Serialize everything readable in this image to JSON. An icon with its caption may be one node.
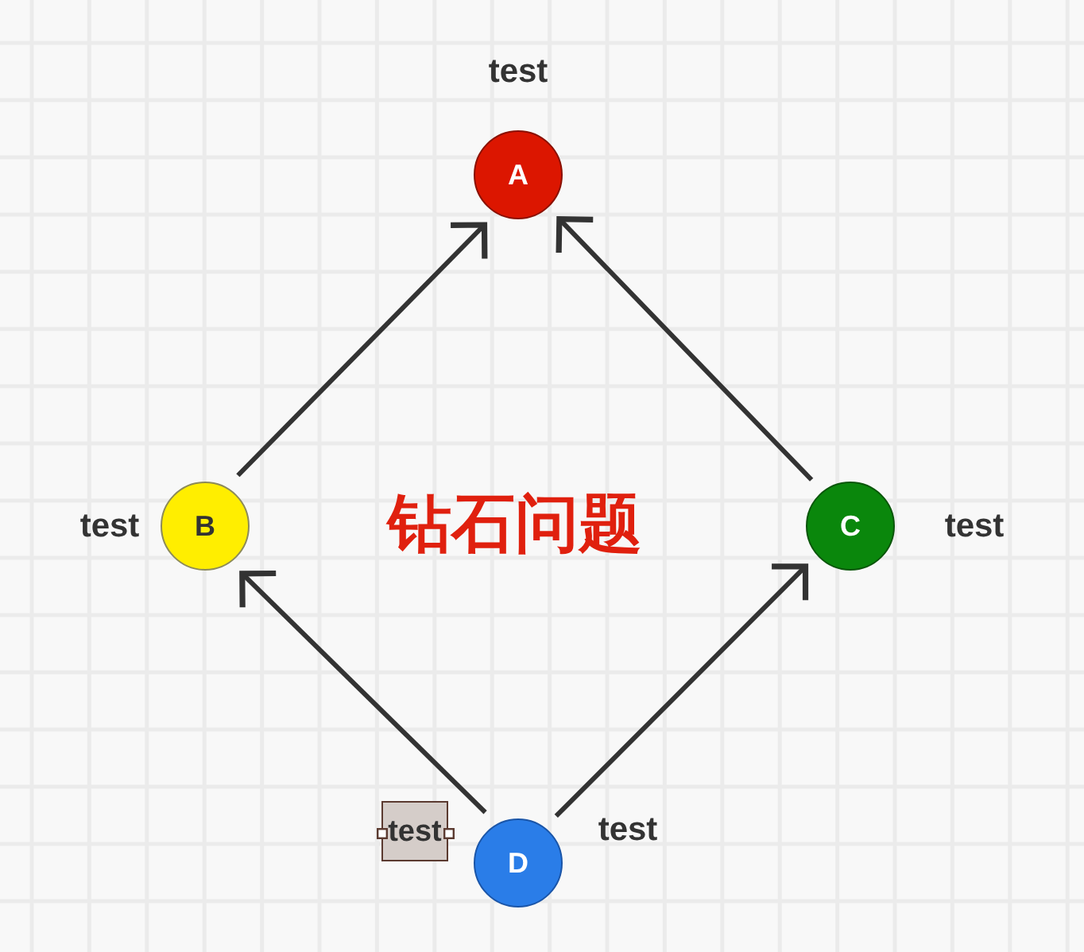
{
  "diagram": {
    "title": "钻石问题",
    "nodes": [
      {
        "text": [
          "A"
        ],
        "beside": [
          "test"
        ]
      },
      {
        "text": [
          "B"
        ],
        "beside": [
          "test"
        ]
      },
      {
        "text": [
          "C"
        ],
        "beside": [
          "test"
        ]
      },
      {
        "text": [
          "test"
        ]
      },
      {
        "text": [
          "D"
        ],
        "beside": [
          "test"
        ]
      }
    ],
    "edges": [
      {
        "from": 1,
        "to": 0,
        "arrow": "to"
      },
      {
        "from": 2,
        "to": 0,
        "arrow": "to"
      },
      {
        "from": 4,
        "to": 1,
        "arrow": "to"
      },
      {
        "from": 4,
        "to": 2,
        "arrow": "to"
      }
    ]
  }
}
